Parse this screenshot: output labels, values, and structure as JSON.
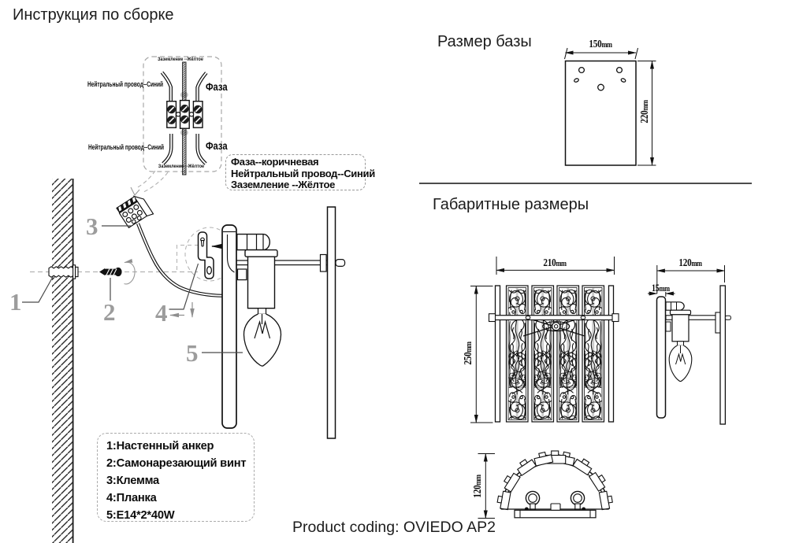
{
  "title": "Инструкция по сборке",
  "sections": {
    "base_size_title": "Размер базы",
    "overall_size_title": "Габаритные размеры"
  },
  "product_line": "Product coding: OVIEDO AP2",
  "wiring_labels": {
    "ground_top": "Заземление --Жёлтое",
    "ground_bottom": "Заземление---Жёлтое",
    "neutral_top": "Нейтральный провод--Синий",
    "neutral_bottom": "Нейтральный провод--Синий",
    "phase_top": "Фаза",
    "phase_bottom": "Фаза"
  },
  "callout": {
    "lines": [
      "Фаза--коричневая",
      "Нейтральный провод--Синий",
      "Заземление --Жёлтое"
    ]
  },
  "legend": {
    "items": [
      "1:Настенный анкер",
      "2:Самонарезающий винт",
      "3:Клемма",
      "4:Планка",
      "5:E14*2*40W"
    ]
  },
  "part_numbers": [
    "1",
    "2",
    "3",
    "4",
    "5"
  ],
  "dimensions": {
    "base_width": {
      "value": "150",
      "unit": "mm"
    },
    "base_height": {
      "value": "220",
      "unit": "mm"
    },
    "lamp_width": {
      "value": "210",
      "unit": "mm"
    },
    "lamp_height": {
      "value": "250",
      "unit": "mm"
    },
    "lamp_depth": {
      "value": "120",
      "unit": "mm"
    },
    "plate_thickness": {
      "value": "15",
      "unit": "mm"
    },
    "dome_depth": {
      "value": "120",
      "unit": "mm"
    }
  },
  "colors": {
    "line": "#1a1a1a",
    "number_gray": "#9c9c9c",
    "dash_gray": "#a8a8a8"
  }
}
